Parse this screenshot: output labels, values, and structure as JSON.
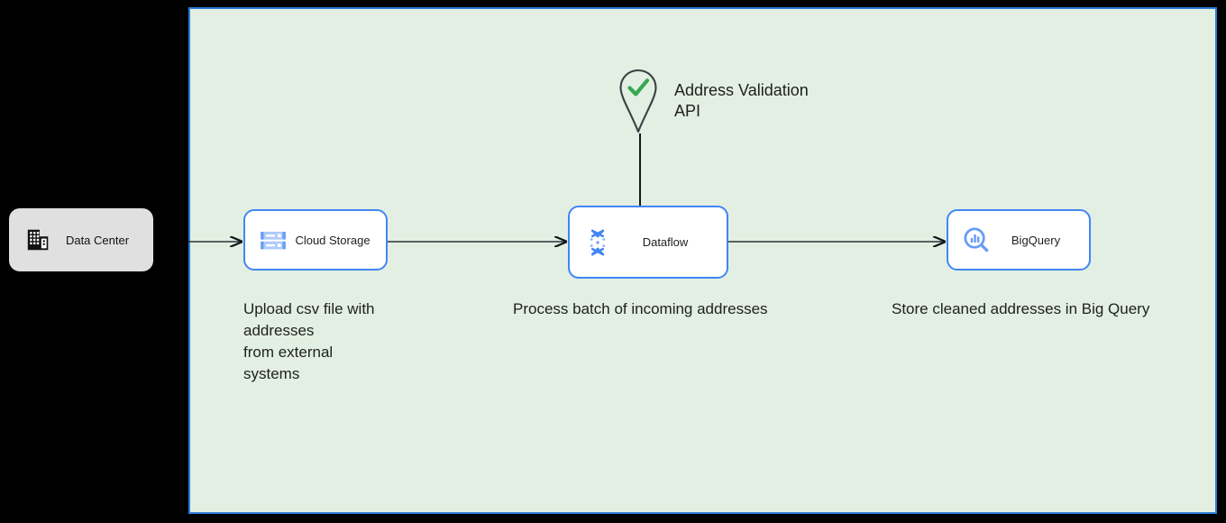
{
  "diagram": {
    "container": {
      "name": "google-cloud-boundary",
      "fill_color": "#e2efe2",
      "border_color": "#2e7cd6"
    },
    "external": {
      "data_center": {
        "label": "Data Center",
        "icon": "data-center-building-icon",
        "fill_color": "#e0e0e0"
      }
    },
    "nodes": [
      {
        "id": "cloud-storage",
        "label": "Cloud Storage",
        "icon": "cloud-storage-icon",
        "border_color": "#4285f4"
      },
      {
        "id": "dataflow",
        "label": "Dataflow",
        "icon": "dataflow-icon",
        "border_color": "#4285f4"
      },
      {
        "id": "bigquery",
        "label": "BigQuery",
        "icon": "bigquery-icon",
        "border_color": "#4285f4"
      }
    ],
    "service_pin": {
      "label_line1": "Address Validation",
      "label_line2": "API",
      "icon": "map-pin-check-icon",
      "check_color": "#34a853",
      "outline_color": "#3c4043"
    },
    "captions": {
      "upload": {
        "line1": "Upload csv file with",
        "line2": "addresses",
        "line3": "from external",
        "line4": "systems"
      },
      "process": "Process batch of incoming addresses",
      "store": "Store cleaned addresses in Big Query"
    },
    "connectors": [
      {
        "id": "datacenter-to-cloud-storage",
        "from": "Data Center",
        "to": "Cloud Storage"
      },
      {
        "id": "cloud-storage-to-dataflow",
        "from": "Cloud Storage",
        "to": "Dataflow"
      },
      {
        "id": "address-validation-to-dataflow",
        "from": "Address Validation API",
        "to": "Dataflow"
      },
      {
        "id": "dataflow-to-bigquery",
        "from": "Dataflow",
        "to": "BigQuery"
      }
    ]
  }
}
